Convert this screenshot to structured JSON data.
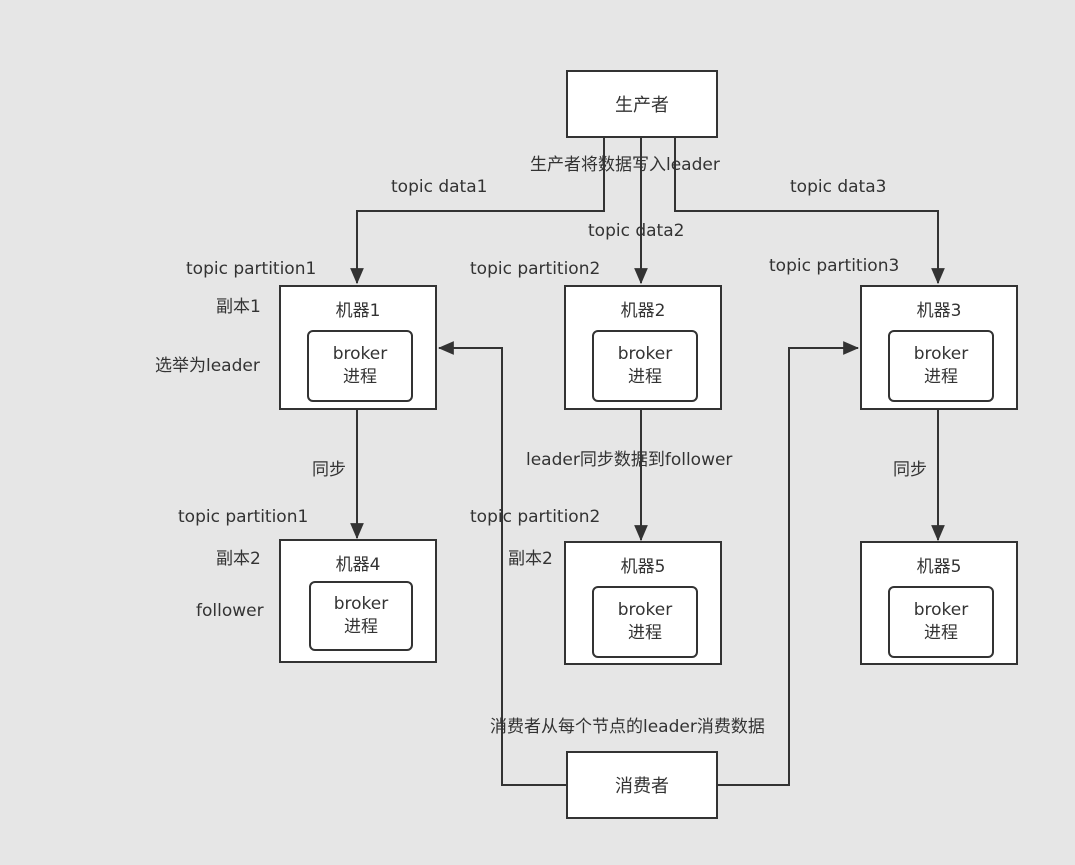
{
  "producer": {
    "label": "生产者"
  },
  "consumer": {
    "label": "消费者"
  },
  "machines": [
    {
      "title": "机器1",
      "proc_line1": "broker",
      "proc_line2": "进程"
    },
    {
      "title": "机器2",
      "proc_line1": "broker",
      "proc_line2": "进程"
    },
    {
      "title": "机器3",
      "proc_line1": "broker",
      "proc_line2": "进程"
    },
    {
      "title": "机器4",
      "proc_line1": "broker",
      "proc_line2": "进程"
    },
    {
      "title": "机器5",
      "proc_line1": "broker",
      "proc_line2": "进程"
    },
    {
      "title": "机器5",
      "proc_line1": "broker",
      "proc_line2": "进程"
    }
  ],
  "labels": {
    "producer_write": "生产者将数据写入leader",
    "topic_data1": "topic data1",
    "topic_data2": "topic data2",
    "topic_data3": "topic data3",
    "partition1_top": "topic partition1",
    "partition2_top": "topic partition2",
    "partition3_top": "topic partition3",
    "replica1": "副本1",
    "elected_leader": "选举为leader",
    "sync_left": "同步",
    "leader_sync": "leader同步数据到follower",
    "sync_right": "同步",
    "partition1_bottom": "topic partition1",
    "partition2_bottom": "topic partition2",
    "replica2_left": "副本2",
    "follower": "follower",
    "replica2_mid": "副本2",
    "consumer_read": "消费者从每个节点的leader消费数据"
  }
}
